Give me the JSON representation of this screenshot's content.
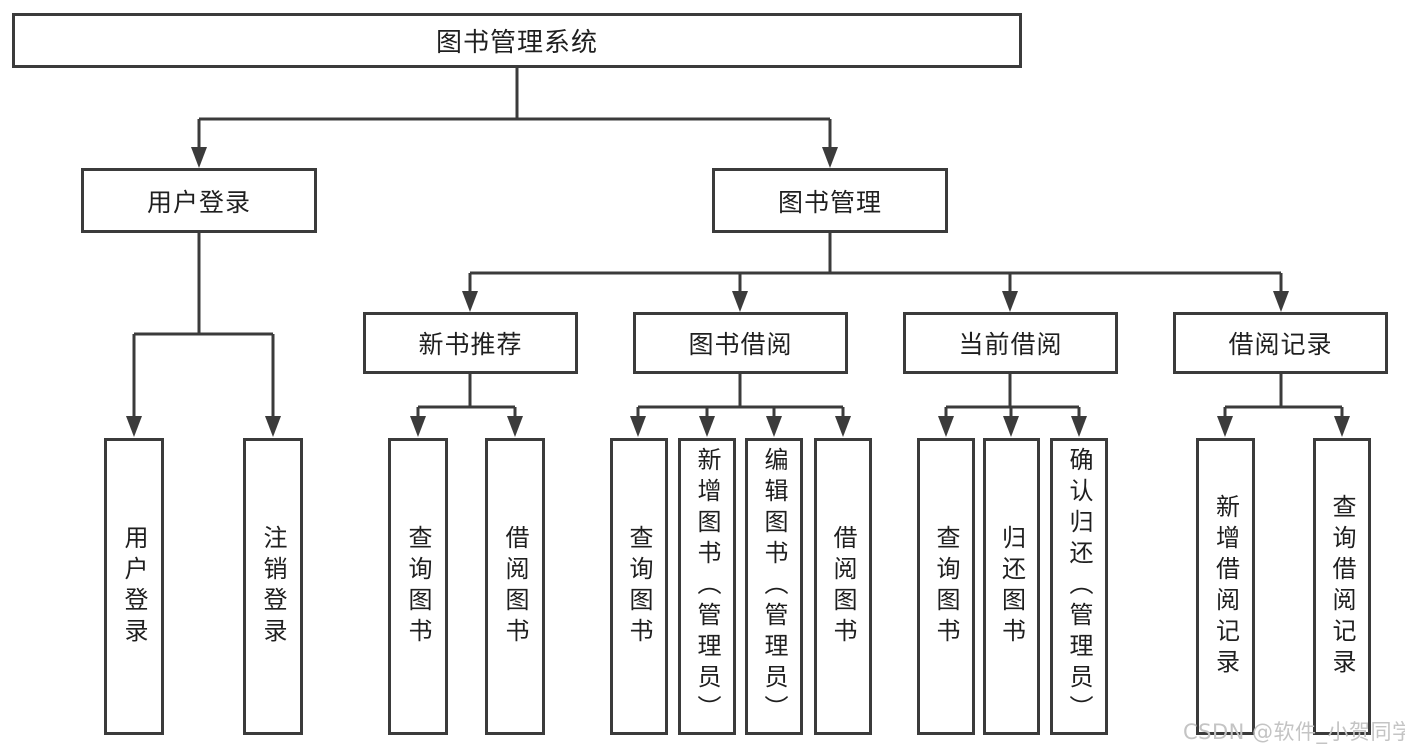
{
  "root": {
    "label": "图书管理系统"
  },
  "level2": [
    {
      "label": "用户登录"
    },
    {
      "label": "图书管理"
    }
  ],
  "level3": [
    {
      "label": "新书推荐"
    },
    {
      "label": "图书借阅"
    },
    {
      "label": "当前借阅"
    },
    {
      "label": "借阅记录"
    }
  ],
  "leaves": {
    "user_login": [
      "用户登录",
      "注销登录"
    ],
    "new_book": [
      "查询图书",
      "借阅图书"
    ],
    "book_borrow": [
      "查询图书",
      "新增图书（管理员）",
      "编辑图书（管理员）",
      "借阅图书"
    ],
    "current_borrow": [
      "查询图书",
      "归还图书",
      "确认归还（管理员）"
    ],
    "borrow_record": [
      "新增借阅记录",
      "查询借阅记录"
    ]
  },
  "watermark": "CSDN @软件_小贺同学",
  "colors": {
    "line": "#3b3b3b",
    "text": "#1f1f1f",
    "watermark": "#c4c4c4",
    "background": "#ffffff"
  }
}
